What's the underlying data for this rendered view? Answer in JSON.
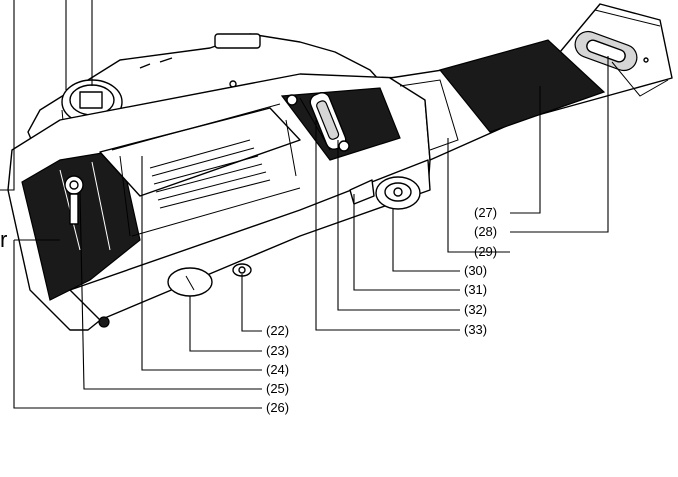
{
  "callouts": [
    {
      "id": "22",
      "text": "(22)"
    },
    {
      "id": "23",
      "text": "(23)"
    },
    {
      "id": "24",
      "text": "(24)"
    },
    {
      "id": "25",
      "text": "(25)"
    },
    {
      "id": "26",
      "text": "(26)"
    },
    {
      "id": "27",
      "text": "(27)"
    },
    {
      "id": "28",
      "text": "(28)"
    },
    {
      "id": "29",
      "text": "(29)"
    },
    {
      "id": "30",
      "text": "(30)"
    },
    {
      "id": "31",
      "text": "(31)"
    },
    {
      "id": "32",
      "text": "(32)"
    },
    {
      "id": "33",
      "text": "(33)"
    }
  ],
  "fragment_text": "r",
  "colors": {
    "ink": "#000000",
    "paper": "#ffffff",
    "pressure_plate": "#1a1a1a",
    "grip": "#d6d6d6"
  }
}
